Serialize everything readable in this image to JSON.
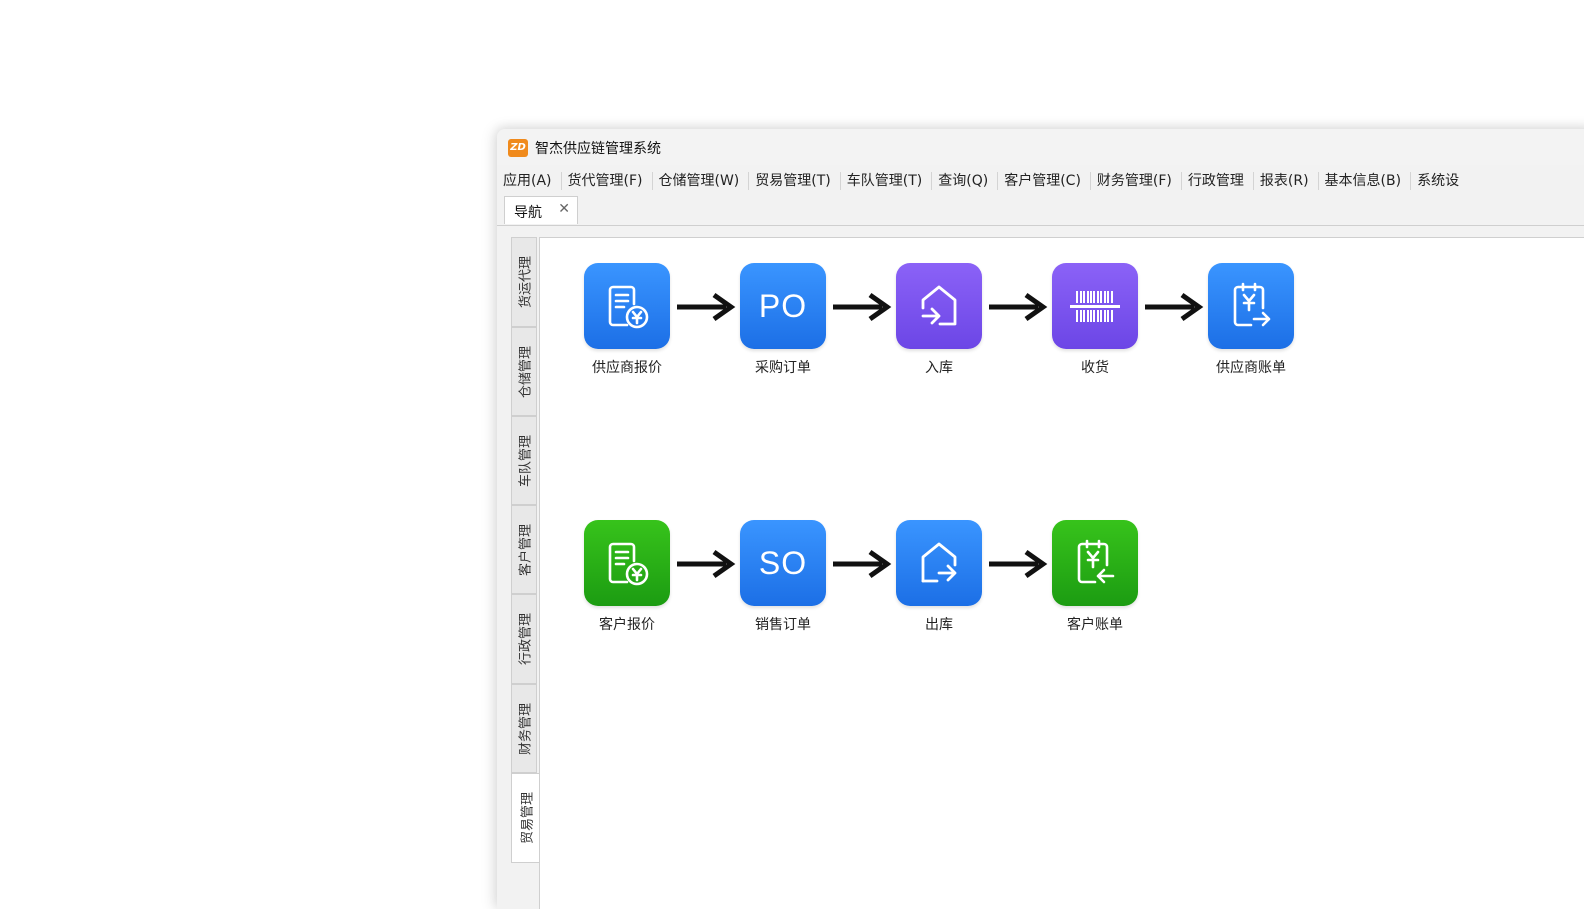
{
  "window": {
    "title": "智杰供应链管理系统",
    "logo_text": "ZD"
  },
  "menu": [
    "应用(A)",
    "货代管理(F)",
    "仓储管理(W)",
    "贸易管理(T)",
    "车队管理(T)",
    "查询(Q)",
    "客户管理(C)",
    "财务管理(F)",
    "行政管理",
    "报表(R)",
    "基本信息(B)",
    "系统设"
  ],
  "tab": {
    "label": "导航",
    "close": "✕"
  },
  "sidebar": [
    {
      "label": "货运代理",
      "active": false
    },
    {
      "label": "仓储管理",
      "active": false
    },
    {
      "label": "车队管理",
      "active": false
    },
    {
      "label": "客户管理",
      "active": false
    },
    {
      "label": "行政管理",
      "active": false
    },
    {
      "label": "财务管理",
      "active": false
    },
    {
      "label": "贸易管理",
      "active": true
    }
  ],
  "flows": {
    "purchase": [
      {
        "label": "供应商报价",
        "icon": "quote-icon",
        "color": "#2a80f2"
      },
      {
        "label": "采购订单",
        "icon": "po-icon",
        "code": "PO",
        "color": "#2a80f2"
      },
      {
        "label": "入库",
        "icon": "warehouse-in-icon",
        "color": "#7a52ee"
      },
      {
        "label": "收货",
        "icon": "barcode-icon",
        "color": "#7a52ee"
      },
      {
        "label": "供应商账单",
        "icon": "bill-out-icon",
        "color": "#2a80f2"
      }
    ],
    "sales": [
      {
        "label": "客户报价",
        "icon": "quote-icon",
        "color": "#28ae16"
      },
      {
        "label": "销售订单",
        "icon": "so-icon",
        "code": "SO",
        "color": "#2a80f2"
      },
      {
        "label": "出库",
        "icon": "warehouse-out-icon",
        "color": "#2a80f2"
      },
      {
        "label": "客户账单",
        "icon": "bill-in-icon",
        "color": "#28ae16"
      }
    ]
  }
}
